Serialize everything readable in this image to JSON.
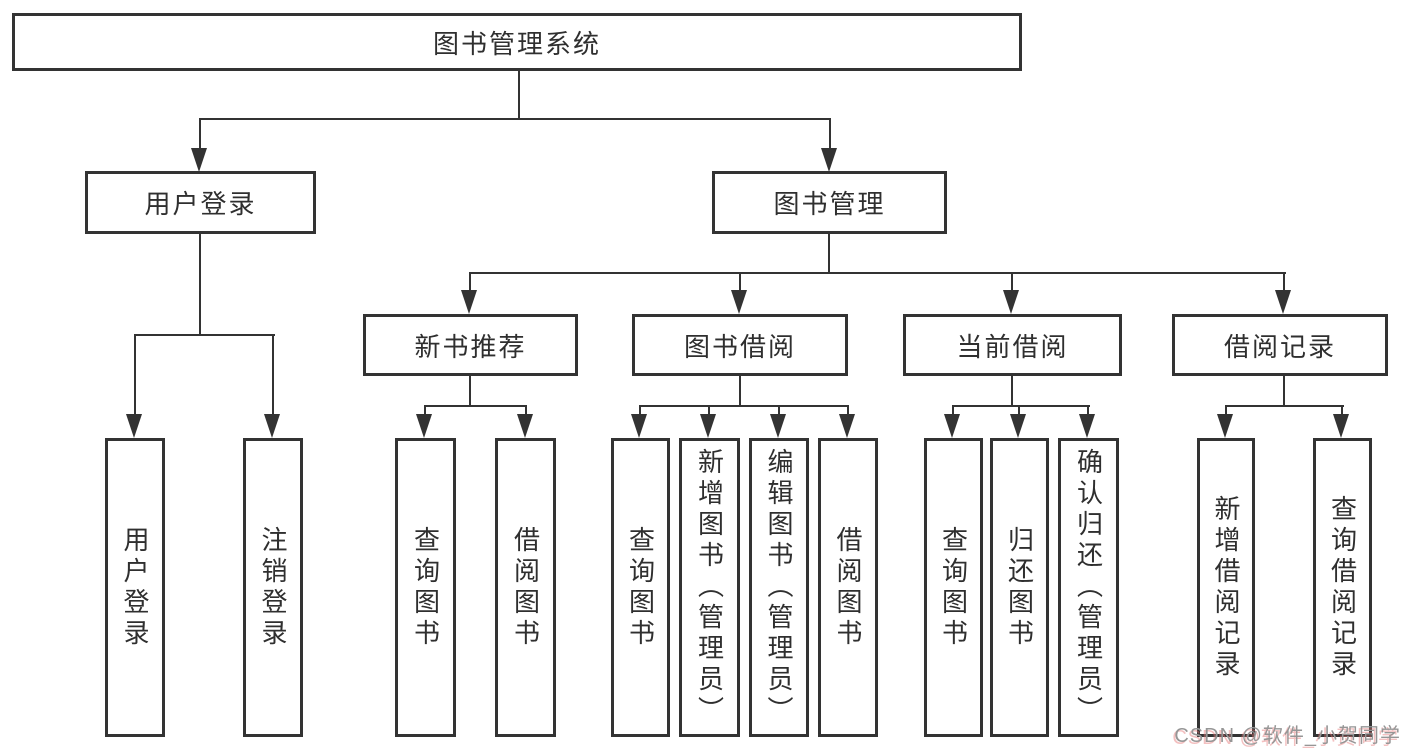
{
  "diagram_title": "图书管理系统",
  "colors": {
    "line": "#333333",
    "box_border": "#333333",
    "box_background": "#ffffff",
    "text": "#2f2f2f",
    "watermark_text": "#969696",
    "watermark_shadow": "#e57373"
  },
  "nodes": {
    "root": {
      "label": "图书管理系统"
    },
    "level2": [
      {
        "label": "用户登录",
        "parent": "图书管理系统"
      },
      {
        "label": "图书管理",
        "parent": "图书管理系统"
      }
    ],
    "level3": [
      {
        "label": "新书推荐",
        "parent": "图书管理"
      },
      {
        "label": "图书借阅",
        "parent": "图书管理"
      },
      {
        "label": "当前借阅",
        "parent": "图书管理"
      },
      {
        "label": "借阅记录",
        "parent": "图书管理"
      }
    ],
    "leaves": [
      {
        "label": "用户登录",
        "parent": "用户登录"
      },
      {
        "label": "注销登录",
        "parent": "用户登录"
      },
      {
        "label": "查询图书",
        "parent": "新书推荐"
      },
      {
        "label": "借阅图书",
        "parent": "新书推荐"
      },
      {
        "label": "查询图书",
        "parent": "图书借阅"
      },
      {
        "label": "新增图书（管理员）",
        "parent": "图书借阅"
      },
      {
        "label": "编辑图书（管理员）",
        "parent": "图书借阅"
      },
      {
        "label": "借阅图书",
        "parent": "图书借阅"
      },
      {
        "label": "查询图书",
        "parent": "当前借阅"
      },
      {
        "label": "归还图书",
        "parent": "当前借阅"
      },
      {
        "label": "确认归还（管理员）",
        "parent": "当前借阅"
      },
      {
        "label": "新增借阅记录",
        "parent": "借阅记录"
      },
      {
        "label": "查询借阅记录",
        "parent": "借阅记录"
      }
    ]
  },
  "watermark": {
    "text": "CSDN @软件_小贺同学"
  }
}
